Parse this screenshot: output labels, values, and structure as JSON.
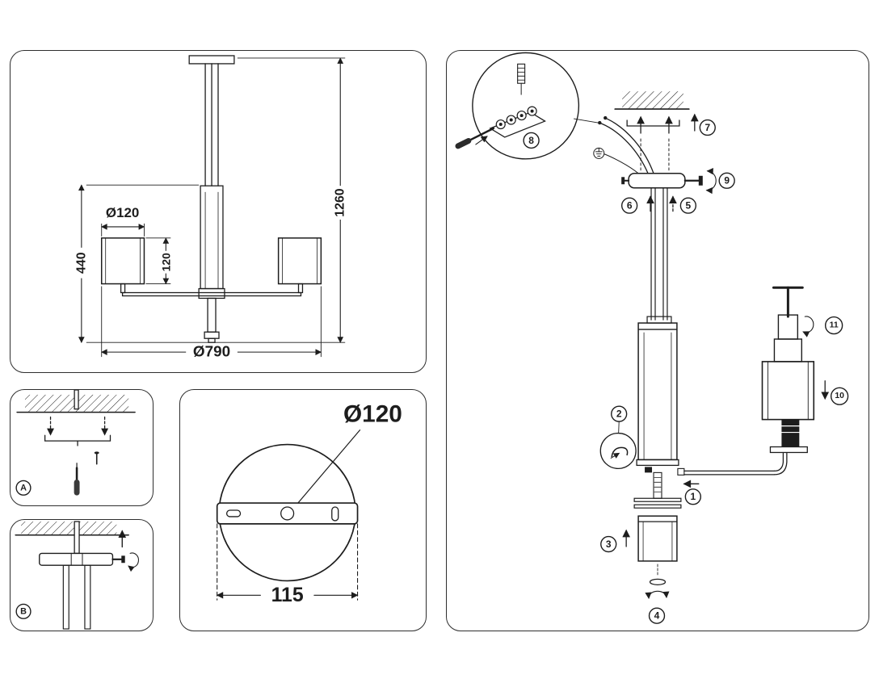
{
  "sheet": {
    "background": "#ffffff",
    "ink": "#1d1d1d"
  },
  "dimension_panel": {
    "shade_diameter": "Ø120",
    "body_height": "440",
    "shade_height": "120",
    "overall_height": "1260",
    "overall_diameter": "Ø790"
  },
  "detail_a": {
    "label": "A"
  },
  "detail_b": {
    "label": "B"
  },
  "canopy_panel": {
    "canopy_diameter": "Ø120",
    "mount_width": "115"
  },
  "assembly_panel": {
    "steps": [
      "1",
      "2",
      "3",
      "4",
      "5",
      "6",
      "7",
      "8",
      "9",
      "10",
      "11"
    ]
  }
}
